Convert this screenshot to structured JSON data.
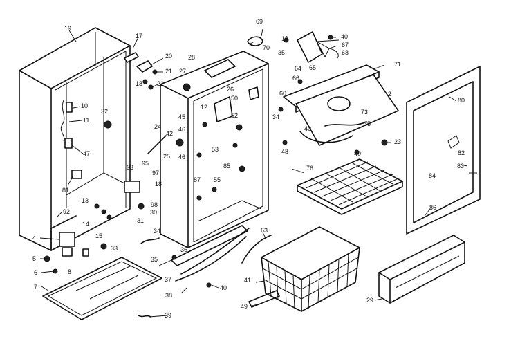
{
  "labels": {
    "c19": "19",
    "c17": "17",
    "c20": "20",
    "c18a": "18",
    "c21": "21",
    "c22": "22",
    "c10": "10",
    "c11": "11",
    "c32": "32",
    "c47": "47",
    "c81": "81",
    "c92": "92",
    "c13": "13",
    "c4": "4",
    "c5": "5",
    "c6": "6",
    "c7": "7",
    "c8": "8",
    "c14": "14",
    "c15": "15",
    "c33": "33",
    "c31": "31",
    "c30": "30",
    "c34": "34",
    "c93": "93",
    "c95": "95",
    "c97": "97",
    "c98": "98",
    "c18b": "18",
    "c24": "24",
    "c25": "25",
    "c42": "42",
    "c46a": "46",
    "c28": "28",
    "c27": "27",
    "c26": "26",
    "c12": "12",
    "c45": "45",
    "c46b": "46",
    "c50": "50",
    "c52": "52",
    "c53": "53",
    "c85": "85",
    "c87": "87",
    "c55": "55",
    "c69": "69",
    "c70": "70",
    "c18c": "18",
    "c35a": "35",
    "c40a": "40",
    "c67": "67",
    "c68": "68",
    "c65": "65",
    "c64": "64",
    "c66": "66",
    "c71": "71",
    "c60": "60",
    "c34b": "34",
    "c40b": "40",
    "c48": "48",
    "c2": "2",
    "c73": "73",
    "c35b": "35",
    "c23": "23",
    "c40c": "40",
    "c76": "76",
    "c80": "80",
    "c82": "82",
    "c83": "83",
    "c84": "84",
    "c86": "86",
    "c36": "36",
    "c35c": "35",
    "c37": "37",
    "c38": "38",
    "c40d": "40",
    "c39": "39",
    "c63": "63",
    "c41": "41",
    "c49": "49",
    "c29": "29"
  }
}
